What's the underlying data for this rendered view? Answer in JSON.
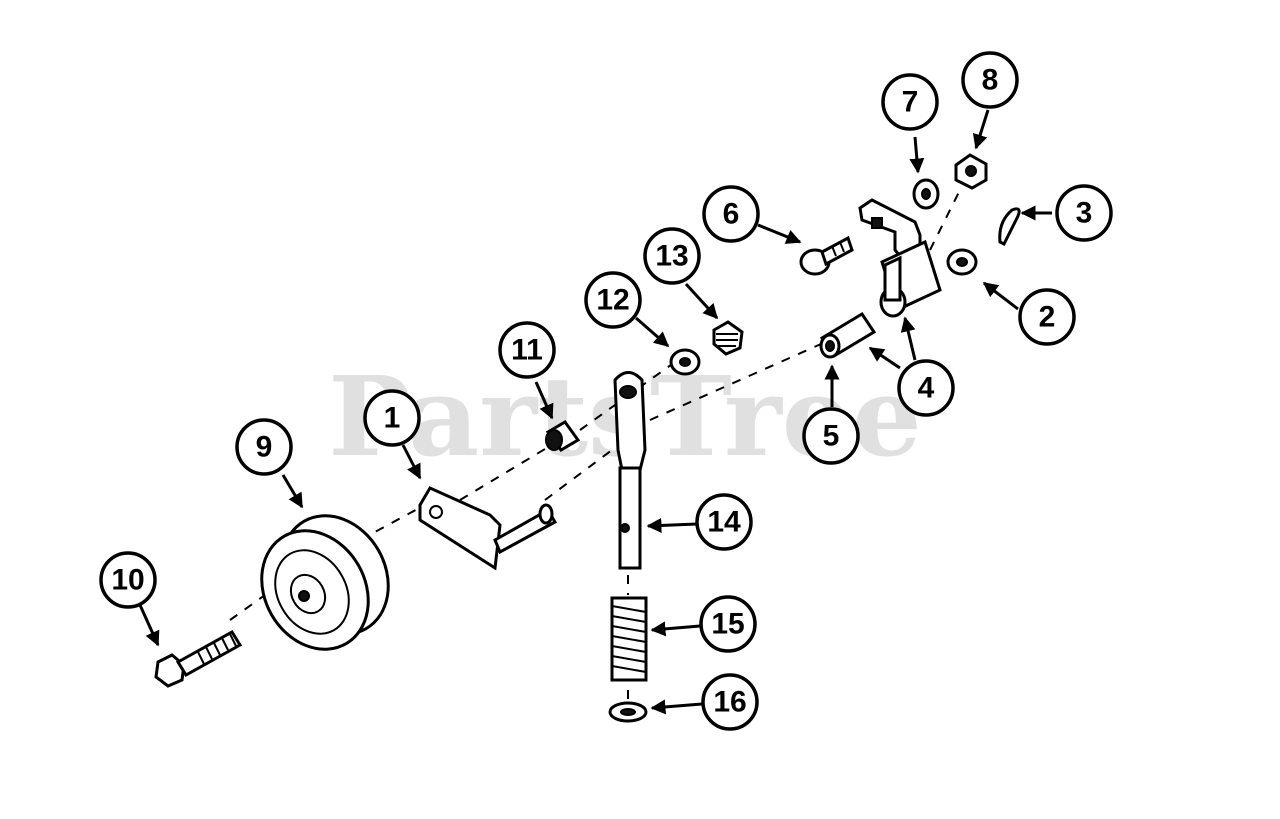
{
  "watermark": {
    "text": "PartsTree"
  },
  "callouts": [
    "1",
    "2",
    "3",
    "4",
    "5",
    "6",
    "7",
    "8",
    "9",
    "10",
    "11",
    "12",
    "13",
    "14",
    "15",
    "16"
  ],
  "colors": {
    "ink": "#000000",
    "watermark": "#c8c8c8",
    "background": "#ffffff"
  }
}
